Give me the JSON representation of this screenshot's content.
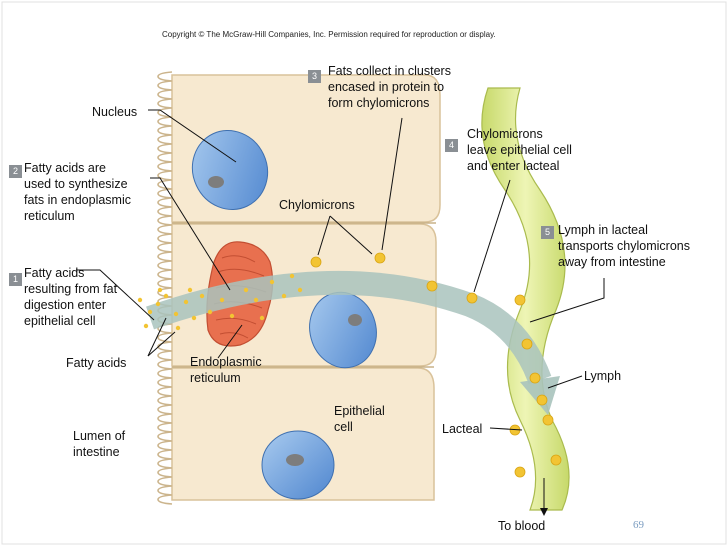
{
  "copyright": "Copyright © The McGraw-Hill Companies, Inc. Permission required for reproduction or display.",
  "steps": [
    {
      "num": "1",
      "text": "Fatty acids\nresulting from fat\ndigestion enter\nepithelial cell"
    },
    {
      "num": "2",
      "text": "Fatty acids are\nused to synthesize\nfats in endoplasmic\nreticulum"
    },
    {
      "num": "3",
      "text": "Fats collect in clusters\nencased in protein to\nform chylomicrons"
    },
    {
      "num": "4",
      "text": "Chylomicrons\nleave epithelial cell\nand enter lacteal"
    },
    {
      "num": "5",
      "text": "Lymph in lacteal\ntransports chylomicrons\naway from intestine"
    }
  ],
  "labels": {
    "nucleus": "Nucleus",
    "chylomicrons": "Chylomicrons",
    "fatty_acids": "Fatty acids",
    "er": "Endoplasmic\nreticulum",
    "epithelial": "Epithelial\ncell",
    "lumen": "Lumen of\nintestine",
    "lacteal": "Lacteal",
    "lymph": "Lymph",
    "to_blood": "To blood"
  },
  "page_number": "69",
  "colors": {
    "cell": "#f7e9d0",
    "cell_border": "#d9c29a",
    "nucleus": "#6aa1de",
    "er": "#e8704f",
    "lacteal": "#d9e88a",
    "droplet": "#f2c433",
    "arrow": "#a9c3bd",
    "badge": "#8a8f94"
  }
}
